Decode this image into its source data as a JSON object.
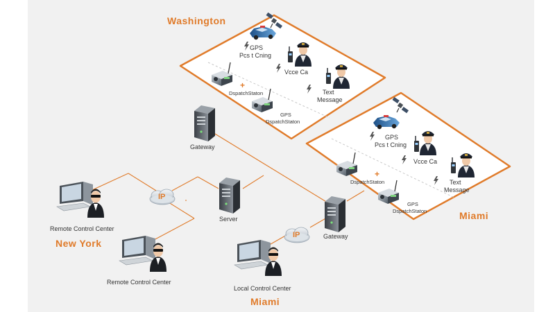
{
  "diagram": {
    "accent_color": "#e07b2a",
    "region_labels": {
      "washington": "Washington",
      "miami_panel": "Miami",
      "new_york": "New York",
      "miami_site": "Miami"
    },
    "washington_panel": {
      "gps_line1": "GPS",
      "gps_line2": "Pcs t Cning",
      "voice": "Vcce Ca",
      "text_line1": "Text",
      "text_line2": "Message",
      "dispatch": "DspatchStaton",
      "gps_dispatch_line1": "GPS",
      "gps_dispatch_line2": "DspatchStaton",
      "plus": "+"
    },
    "miami_panel": {
      "gps_line1": "GPS",
      "gps_line2": "Pcs t Cning",
      "voice": "Vcce Ca",
      "text_line1": "Text",
      "text_line2": "Message",
      "dispatch": "DspatchStaton",
      "gps_dispatch_line1": "GPS",
      "gps_dispatch_line2": "DspatchStaton",
      "plus": "+"
    },
    "nodes": {
      "gateway_top": "Gateway",
      "server": "Server",
      "gateway_bottom": "Gateway",
      "ip_cloud_left": "IP",
      "ip_cloud_bottom": "IP",
      "remote_center_1": "Remote Control Center",
      "remote_center_2": "Remote Control Center",
      "local_center": "Local Control Center"
    },
    "icons": [
      "satellite-icon",
      "police-car-icon",
      "officer-icon",
      "radio-icon",
      "lightning-icon",
      "dispatch-radio-icon",
      "server-tower-icon",
      "ip-cloud-icon",
      "operator-workstation-icon"
    ]
  }
}
